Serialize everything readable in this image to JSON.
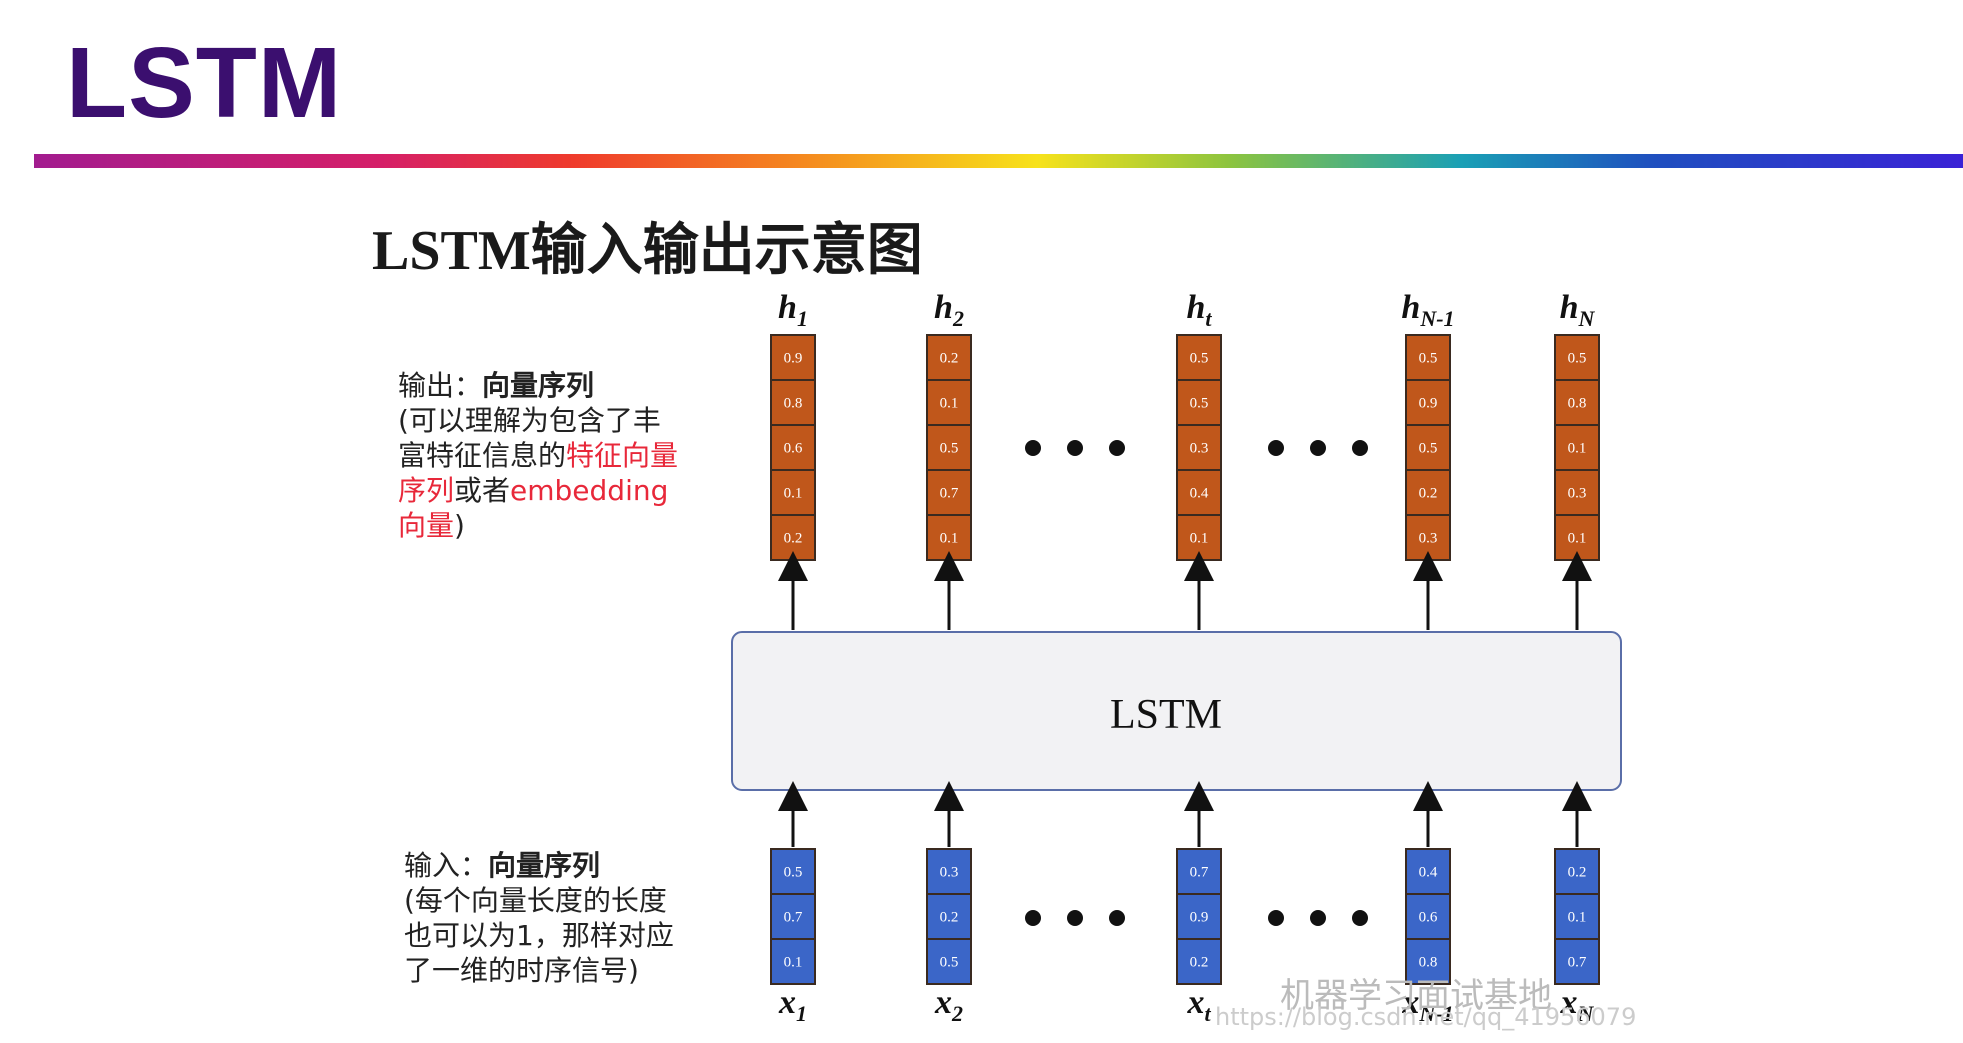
{
  "slide": {
    "title": "LSTM"
  },
  "diagram": {
    "title": "LSTM输入输出示意图",
    "core_label": "LSTM",
    "outputs": [
      {
        "label": "h",
        "sub": "1",
        "values": [
          "0.9",
          "0.8",
          "0.6",
          "0.1",
          "0.2"
        ]
      },
      {
        "label": "h",
        "sub": "2",
        "values": [
          "0.2",
          "0.1",
          "0.5",
          "0.7",
          "0.1"
        ]
      },
      {
        "label": "h",
        "sub": "t",
        "values": [
          "0.5",
          "0.5",
          "0.3",
          "0.4",
          "0.1"
        ]
      },
      {
        "label": "h",
        "sub": "N-1",
        "values": [
          "0.5",
          "0.9",
          "0.5",
          "0.2",
          "0.3"
        ]
      },
      {
        "label": "h",
        "sub": "N",
        "values": [
          "0.5",
          "0.8",
          "0.1",
          "0.3",
          "0.1"
        ]
      }
    ],
    "inputs": [
      {
        "label": "x",
        "sub": "1",
        "values": [
          "0.5",
          "0.7",
          "0.1"
        ]
      },
      {
        "label": "x",
        "sub": "2",
        "values": [
          "0.3",
          "0.2",
          "0.5"
        ]
      },
      {
        "label": "x",
        "sub": "t",
        "values": [
          "0.7",
          "0.9",
          "0.2"
        ]
      },
      {
        "label": "x",
        "sub": "N-1",
        "values": [
          "0.4",
          "0.6",
          "0.8"
        ]
      },
      {
        "label": "x",
        "sub": "N",
        "values": [
          "0.2",
          "0.1",
          "0.7"
        ]
      }
    ],
    "output_color": "#c0571b",
    "input_color": "#3b66c8"
  },
  "notes": {
    "output": {
      "prefix": "输出：",
      "bold": "向量序列",
      "line1": "(可以理解为包含了丰",
      "line2_plain": "富特征信息的",
      "line2_red": "特征向量",
      "line3_red": "序列",
      "line3_plain": "或者",
      "line3_red2": "embedding",
      "line4_red": "向量",
      "line4_plain": ")"
    },
    "input": {
      "prefix": "输入：",
      "bold": "向量序列",
      "line1": "(每个向量长度的长度",
      "line2": "也可以为1，那样对应",
      "line3": "了一维的时序信号)"
    }
  },
  "watermark": {
    "text": "机器学习面试基地",
    "url": "https://blog.csdn.net/qq_41956079"
  }
}
